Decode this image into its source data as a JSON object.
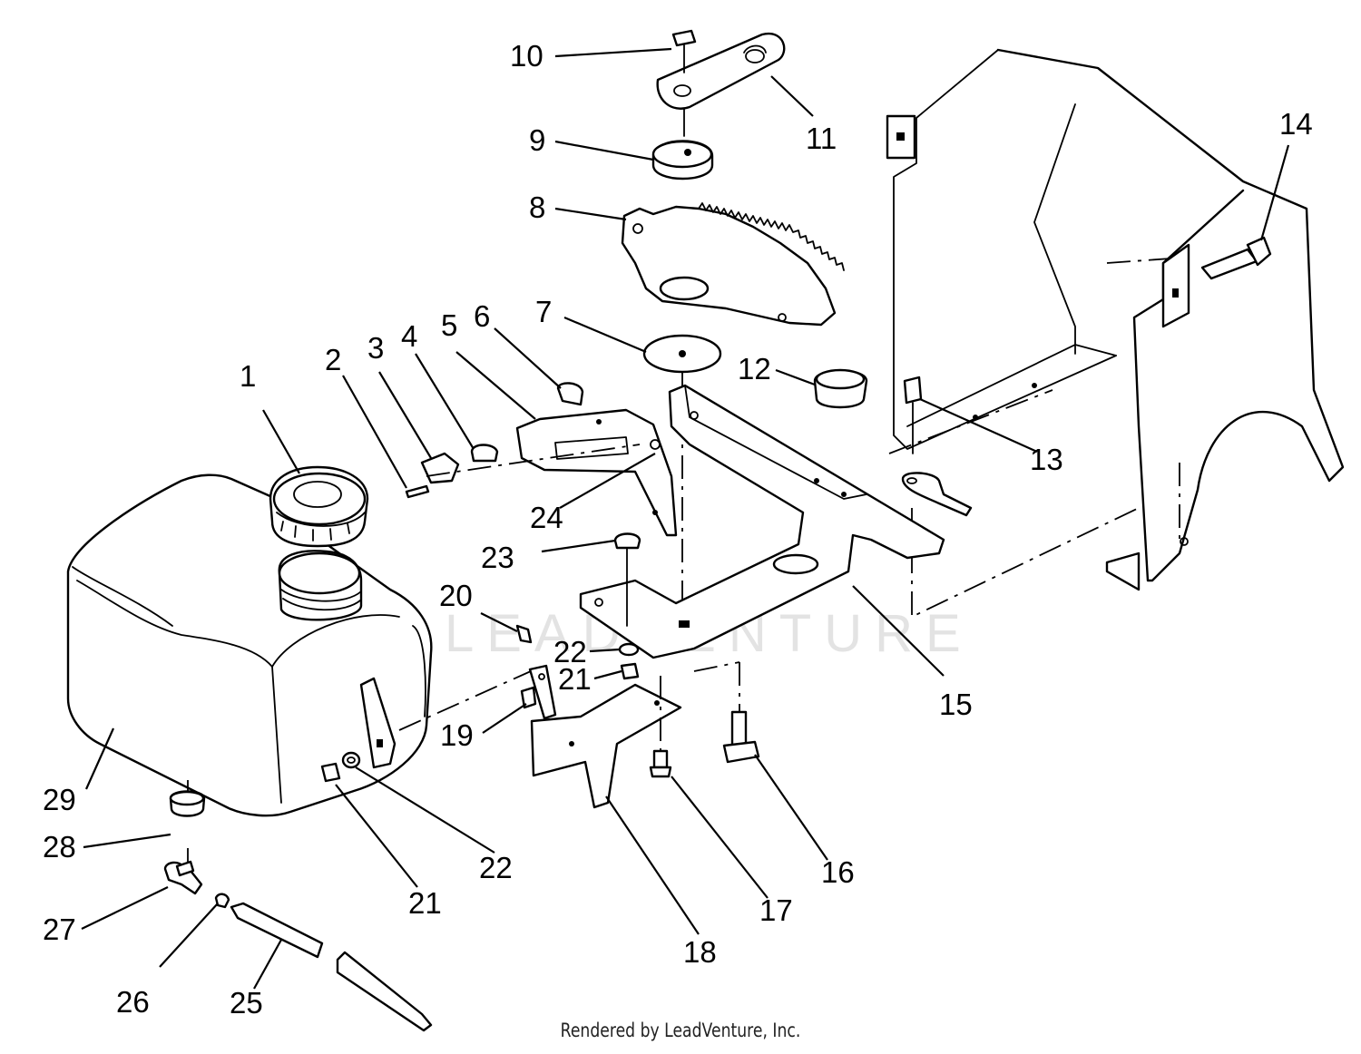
{
  "watermark": "LEADVENTURE",
  "credit": "Rendered by LeadVenture, Inc.",
  "callouts": {
    "c1": "1",
    "c2": "2",
    "c3": "3",
    "c4": "4",
    "c5": "5",
    "c6": "6",
    "c7": "7",
    "c8": "8",
    "c9": "9",
    "c10": "10",
    "c11": "11",
    "c12": "12",
    "c13": "13",
    "c14": "14",
    "c15": "15",
    "c16": "16",
    "c17": "17",
    "c18": "18",
    "c19": "19",
    "c20": "20",
    "c21a": "21",
    "c21b": "21",
    "c22a": "22",
    "c22b": "22",
    "c23": "23",
    "c24": "24",
    "c25": "25",
    "c26": "26",
    "c27": "27",
    "c28": "28",
    "c29": "29"
  }
}
